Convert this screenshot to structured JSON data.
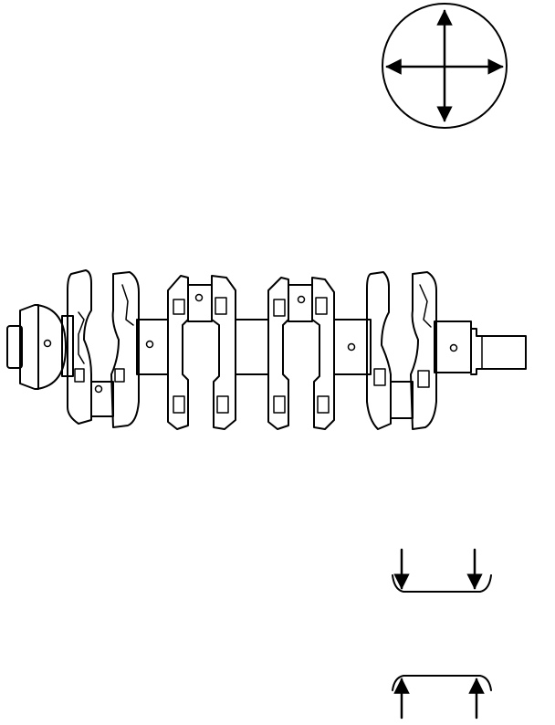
{
  "figure": {
    "subject": "crankshaft",
    "views": [
      "roundness-check-circle",
      "crankshaft-side-view",
      "taper-check-narrow",
      "taper-check-wide"
    ]
  },
  "colors": {
    "line": "#000000",
    "background": "#ffffff"
  }
}
